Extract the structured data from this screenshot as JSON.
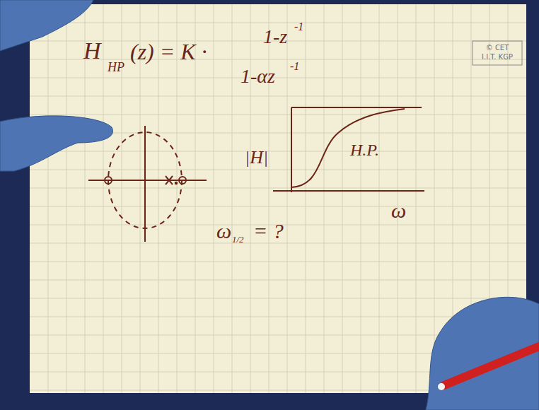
{
  "diagram": {
    "labels": [
      "H",
      "HP",
      "(z) = K ·",
      "1-z",
      "-1",
      "1-αz",
      "-1",
      "|H|",
      "H.P.",
      "ω",
      "ω",
      "1/2",
      "= ?",
      "© CET",
      "I.I.T. KGP"
    ]
  }
}
